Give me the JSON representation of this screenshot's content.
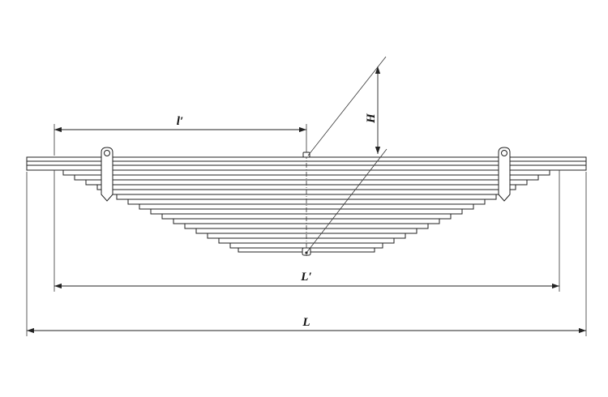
{
  "labels": {
    "small_l": "l′",
    "H": "H",
    "L_prime": "L′",
    "L": "L"
  },
  "colors": {
    "line": "#222222",
    "background": "#ffffff"
  }
}
